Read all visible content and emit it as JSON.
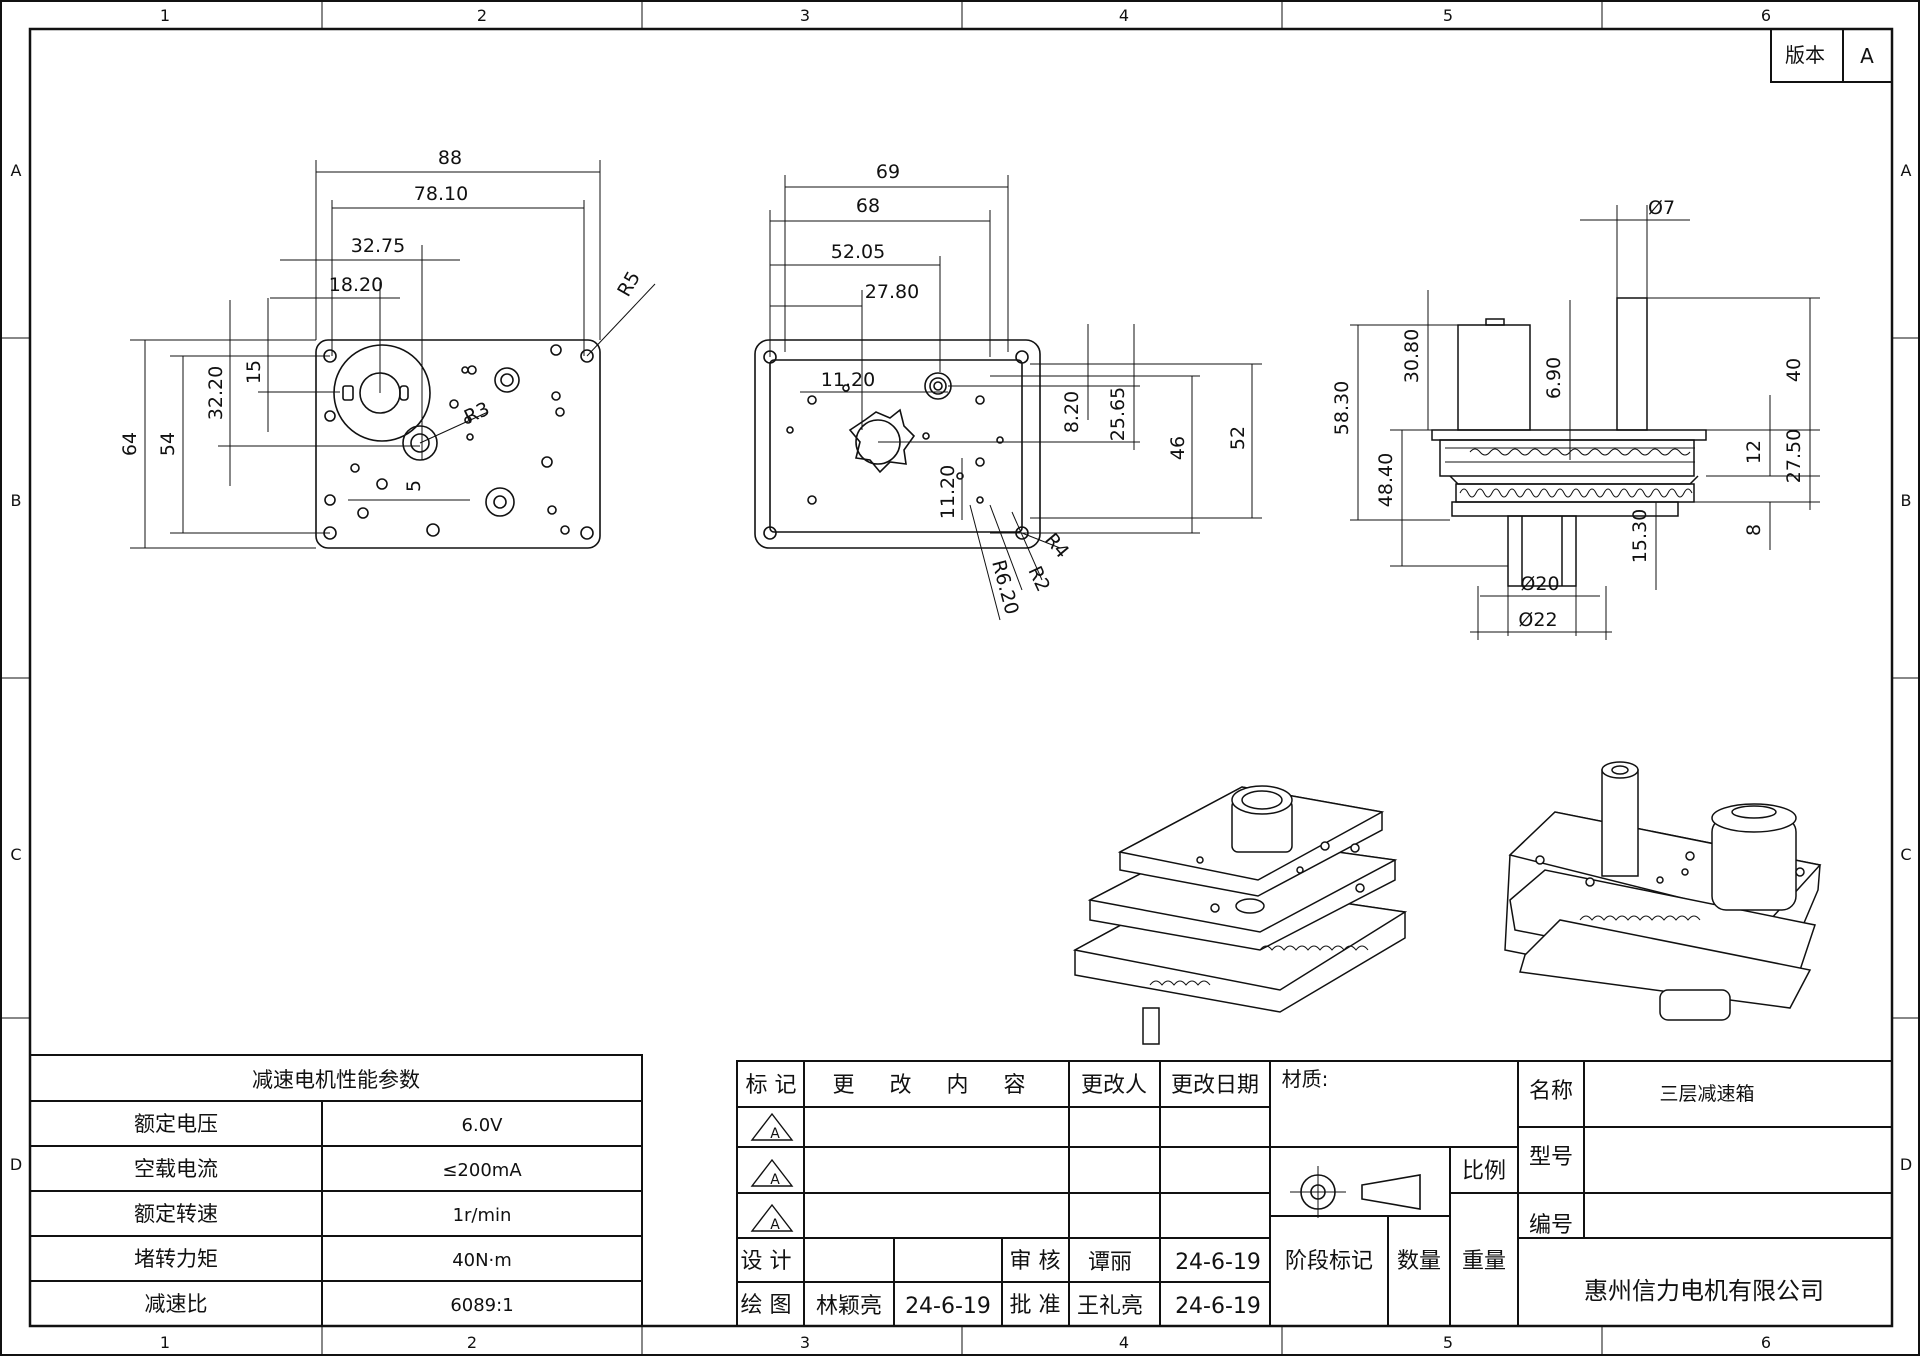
{
  "border": {
    "columns": [
      "1",
      "2",
      "3",
      "4",
      "5",
      "6"
    ],
    "bottom_columns": [
      "1",
      "2",
      "3",
      "4",
      "5",
      "6"
    ],
    "rows": [
      "A",
      "B",
      "C",
      "D"
    ]
  },
  "revision": {
    "label": "版本",
    "value": "A"
  },
  "views": {
    "front_view": {
      "dims": [
        "88",
        "78.10",
        "32.75",
        "18.20",
        "R5",
        "32.20",
        "15",
        "64",
        "54",
        "R3",
        "5"
      ]
    },
    "side_view": {
      "dims": [
        "69",
        "68",
        "52.05",
        "27.80",
        "11.20",
        "8.20",
        "25.65",
        "46",
        "52",
        "11.20",
        "R4",
        "R2",
        "R6.20"
      ]
    },
    "top_view": {
      "dims": [
        "Ø7",
        "30.80",
        "6.90",
        "40",
        "58.30",
        "48.40",
        "12",
        "27.50",
        "15.30",
        "8",
        "Ø20",
        "Ø22"
      ]
    }
  },
  "spec_table": {
    "title": "减速电机性能参数",
    "rows": [
      {
        "label": "额定电压",
        "value": "6.0V"
      },
      {
        "label": "空载电流",
        "value": "≤200mA"
      },
      {
        "label": "额定转速",
        "value": "1r/min"
      },
      {
        "label": "堵转力矩",
        "value": "40N·m"
      },
      {
        "label": "减速比",
        "value": "6089:1"
      }
    ]
  },
  "change_table": {
    "headers": [
      "标 记",
      "更 改 内 容",
      "更改人",
      "更改日期"
    ],
    "marks": [
      "A",
      "A",
      "A"
    ],
    "design_label": "设 计",
    "draw_label": "绘 图",
    "drawer": "林颖亮",
    "draw_date": "24-6-19",
    "review_label": "审 核",
    "reviewer": "谭丽",
    "review_date": "24-6-19",
    "approve_label": "批 准",
    "approver": "王礼亮",
    "approve_date": "24-6-19"
  },
  "title_block": {
    "material_label": "材质:",
    "scale_label": "比例",
    "stage_label": "阶段标记",
    "qty_label": "数量",
    "weight_label": "重量",
    "name_label": "名称",
    "name_value": "三层减速箱",
    "model_label": "型号",
    "code_label": "编号",
    "company": "惠州信力电机有限公司"
  }
}
